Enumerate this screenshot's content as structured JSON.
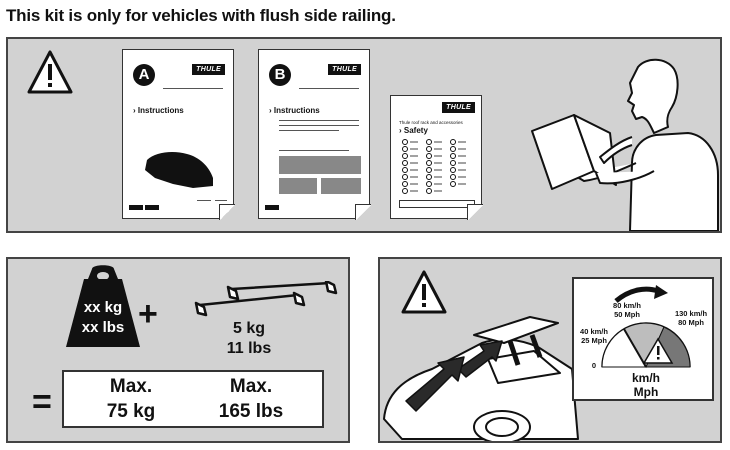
{
  "headline": "This kit is only for vehicles with flush side railing.",
  "icons": {
    "warning": "warning-triangle-icon",
    "weight": "weight-icon",
    "roof_rack": "roof-rack-icon",
    "car": "car-icon",
    "speedometer": "speedometer-icon",
    "reader": "person-reading-icon"
  },
  "documents": [
    {
      "letter": "A",
      "brand": "THULE",
      "heading": "› Instructions"
    },
    {
      "letter": "B",
      "brand": "THULE",
      "heading": "› Instructions"
    },
    {
      "brand": "THULE",
      "caption": "Thule roof rack and accessories",
      "heading": "› Safety"
    }
  ],
  "weight": {
    "load_kg": "xx kg",
    "load_lbs": "xx lbs",
    "plus": "+",
    "rack_kg": "5 kg",
    "rack_lbs": "11 lbs",
    "equals": "=",
    "max_label_1": "Max.",
    "max_value_1": "75 kg",
    "max_label_2": "Max.",
    "max_value_2": "165 lbs"
  },
  "speed": {
    "kmh_80": "80 km/h",
    "mph_50": "50 Mph",
    "kmh_40": "40 km/h",
    "mph_25": "25 Mph",
    "kmh_130": "130 km/h",
    "mph_80": "80 Mph",
    "zero": "0",
    "unit_kmh": "km/h",
    "unit_mph": "Mph"
  },
  "colors": {
    "panel_bg": "#d2d2d2",
    "ink": "#111111",
    "arrow_fill": "#2a2a2a"
  }
}
